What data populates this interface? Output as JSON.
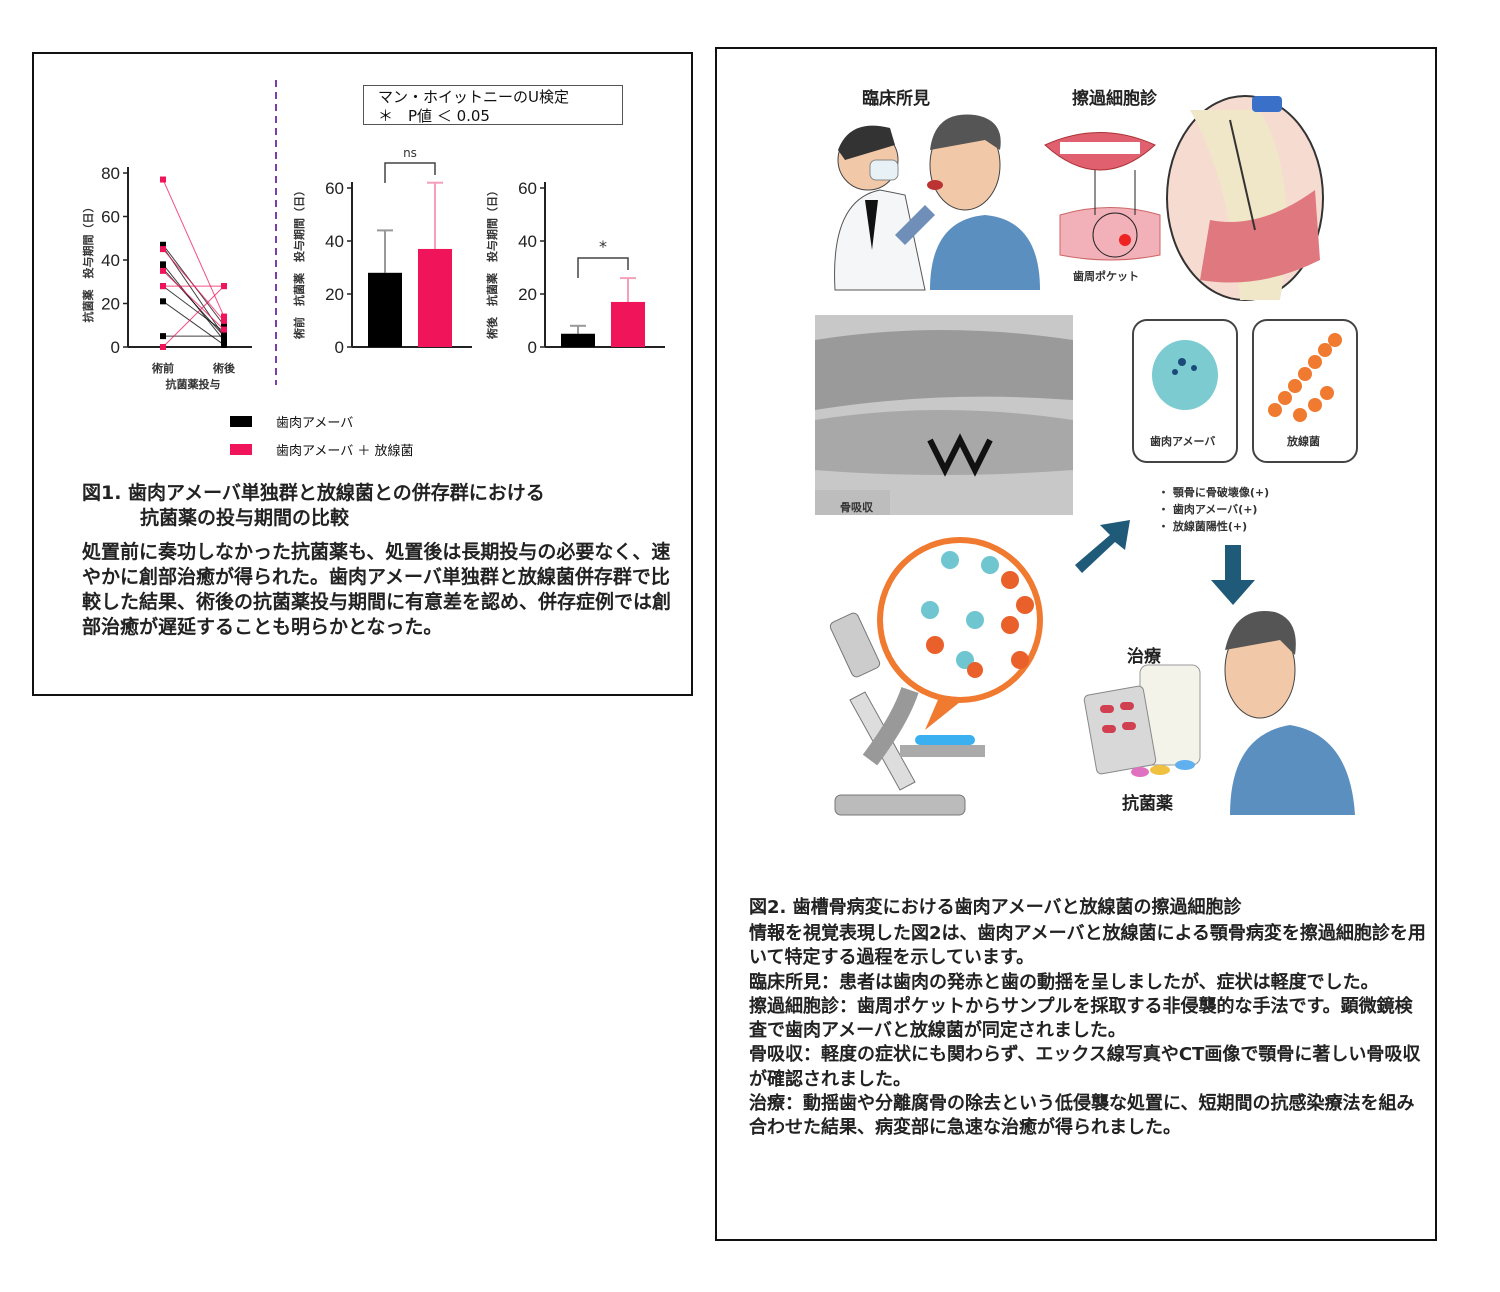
{
  "figure1": {
    "stats_box": {
      "line1": "マン・ホイットニーのU検定",
      "line2": "＊　P値 ＜ 0.05"
    },
    "legend": [
      {
        "label": "歯肉アメーバ",
        "color": "#000000"
      },
      {
        "label": "歯肉アメーバ ＋ 放線菌",
        "color": "#f0145a"
      }
    ],
    "caption_line1": "図1.  歯肉アメーバ単独群と放線菌との併存群における",
    "caption_line2": "抗菌薬の投与期間の比較",
    "body": "処置前に奏功しなかった抗菌薬も、処置後は長期投与の必要なく、速やかに創部治癒が得られた。歯肉アメーバ単独群と放線菌併存群で比較した結果、術後の抗菌薬投与期間に有意差を認め、併存症例では創部治癒が遅延することも明らかとなった。"
  },
  "chart_data": [
    {
      "type": "line",
      "title": "",
      "xlabel": "抗菌薬投与",
      "ylabel": "抗菌薬　投与期間（日）",
      "categories": [
        "術前",
        "術後"
      ],
      "ylim": [
        0,
        80
      ],
      "yticks": [
        "0",
        "20",
        "40",
        "60",
        "80"
      ],
      "series": [
        {
          "name": "歯肉アメーバ",
          "color": "#000000",
          "pairs": [
            [
              47,
              10
            ],
            [
              46,
              5
            ],
            [
              38,
              3
            ],
            [
              36,
              5
            ],
            [
              28,
              7
            ],
            [
              21,
              1
            ],
            [
              5,
              5
            ]
          ]
        },
        {
          "name": "歯肉アメーバ ＋ 放線菌",
          "color": "#f0145a",
          "pairs": [
            [
              77,
              14
            ],
            [
              45,
              12
            ],
            [
              35,
              8
            ],
            [
              28,
              28
            ],
            [
              0,
              28
            ]
          ]
        }
      ]
    },
    {
      "type": "bar",
      "ylabel": "術前　抗菌薬　投与期間（日）",
      "ylim": [
        0,
        65
      ],
      "yticks": [
        "0",
        "20",
        "40",
        "60"
      ],
      "series": [
        {
          "name": "歯肉アメーバ",
          "color": "#000000",
          "value": 28,
          "error": 16
        },
        {
          "name": "歯肉アメーバ ＋ 放線菌",
          "color": "#f0145a",
          "value": 37,
          "error": 25
        }
      ],
      "annotation": "ns"
    },
    {
      "type": "bar",
      "ylabel": "術後　抗菌薬　投与期間（日）",
      "ylim": [
        0,
        65
      ],
      "yticks": [
        "0",
        "20",
        "40",
        "60"
      ],
      "series": [
        {
          "name": "歯肉アメーバ",
          "color": "#000000",
          "value": 5,
          "error": 3
        },
        {
          "name": "歯肉アメーバ ＋ 放線菌",
          "color": "#f0145a",
          "value": 17,
          "error": 9
        }
      ],
      "annotation": "*"
    }
  ],
  "figure2": {
    "labels": {
      "clinical": "臨床所見",
      "brush": "擦過細胞診",
      "pocket": "歯周ポケット",
      "bone": "骨吸収",
      "amoeba": "歯肉アメーバ",
      "actino": "放線菌",
      "treatment": "治療",
      "antibiotic": "抗菌薬"
    },
    "bullets": [
      "・ 顎骨に骨破壊像(+)",
      "・ 歯肉アメーバ(+)",
      "・ 放線菌陽性(+)"
    ],
    "caption": "図2.  歯槽骨病変における歯肉アメーバと放線菌の擦過細胞診",
    "paragraphs": [
      "情報を視覚表現した図2は、歯肉アメーバと放線菌による顎骨病変を擦過細胞診を用いて特定する過程を示しています。",
      "臨床所見：患者は歯肉の発赤と歯の動揺を呈しましたが、症状は軽度でした。",
      "擦過細胞診：歯周ポケットからサンプルを採取する非侵襲的な手法です。顕微鏡検査で歯肉アメーバと放線菌が同定されました。",
      "骨吸収：軽度の症状にも関わらず、エックス線写真やCT画像で顎骨に著しい骨吸収が確認されました。",
      "治療：動揺歯や分離腐骨の除去という低侵襲な処置に、短期間の抗感染療法を組み合わせた結果、病変部に急速な治癒が得られました。"
    ]
  }
}
